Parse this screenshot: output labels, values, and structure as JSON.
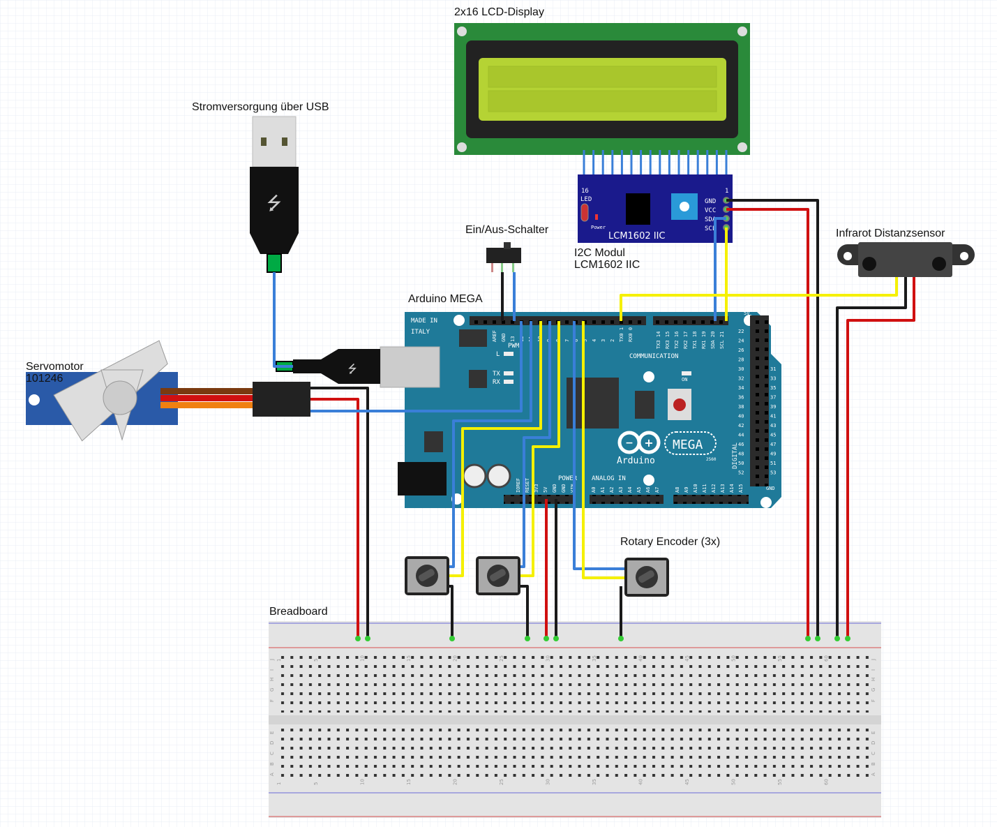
{
  "labels": {
    "lcd": "2x16 LCD-Display",
    "usb": "Stromversorgung über USB",
    "switch": "Ein/Aus-Schalter",
    "i2c_line1": "I2C Modul",
    "i2c_line2": "LCM1602 IIC",
    "ir": "Infrarot Distanzsensor",
    "arduino": "Arduino MEGA",
    "servo_line1": "Servomotor",
    "servo_line2": "101246",
    "encoder": "Rotary Encoder (3x)",
    "breadboard": "Breadboard"
  },
  "i2c_module": {
    "name": "LCM1602 IIC",
    "pin_first": "16",
    "pin_last": "1",
    "led": "LED",
    "power": "Power",
    "pins": [
      "GND",
      "VCC",
      "SDA",
      "SCL"
    ]
  },
  "arduino": {
    "made_in_1": "MADE IN",
    "made_in_2": "ITALY",
    "pwm": "PWM",
    "led_l": "L",
    "tx": "TX",
    "rx": "RX",
    "on": "ON",
    "communication": "COMMUNICATION",
    "power": "POWER",
    "analog_in": "ANALOG IN",
    "digital": "DIGITAL",
    "logo": "Arduino",
    "model": "MEGA",
    "chip": "2560",
    "top_pins": [
      "AREF",
      "GND",
      "13",
      "12",
      "11",
      "10",
      "9",
      "8",
      "7",
      "6",
      "5",
      "4",
      "3",
      "2",
      "TX0 1",
      "RX0 0"
    ],
    "comm_pins": [
      "TX3 14",
      "RX3 15",
      "TX2 16",
      "RX2 17",
      "TX1 18",
      "RX1 19",
      "SDA 20",
      "SCL 21"
    ],
    "power_pins": [
      "IOREF",
      "RESET",
      "3V3",
      "5V",
      "GND",
      "GND",
      "VIN"
    ],
    "analog_pins": [
      "A0",
      "A1",
      "A2",
      "A3",
      "A4",
      "A5",
      "A6",
      "A7",
      "A8",
      "A9",
      "A10",
      "A11",
      "A12",
      "A13",
      "A14",
      "A15"
    ],
    "right_pins": [
      "22",
      "24",
      "26",
      "28",
      "30",
      "32",
      "34",
      "36",
      "38",
      "40",
      "42",
      "44",
      "46",
      "48",
      "50",
      "52"
    ],
    "right_pins_b": [
      "31",
      "33",
      "35",
      "37",
      "39",
      "41",
      "43",
      "45",
      "47",
      "49",
      "51",
      "53"
    ],
    "five_v": "5V",
    "gnd": "GND"
  },
  "breadboard": {
    "col_numbers": [
      "1",
      "5",
      "10",
      "15",
      "20",
      "25",
      "30",
      "35",
      "40",
      "45",
      "50",
      "55",
      "60"
    ],
    "rows_top": [
      "J",
      "I",
      "H",
      "G",
      "F"
    ],
    "rows_bottom": [
      "E",
      "D",
      "C",
      "B",
      "A"
    ]
  },
  "colors": {
    "arduino": "#1f7a99",
    "lcd_pcb": "#2a8a3a",
    "lcd_screen": "#b5d334",
    "i2c": "#1a1a8c",
    "wire_blue": "#3a7fd8",
    "wire_yellow": "#f5f000",
    "wire_red": "#d01010",
    "wire_black": "#1a1a1a",
    "servo": "#2a5aa8"
  }
}
